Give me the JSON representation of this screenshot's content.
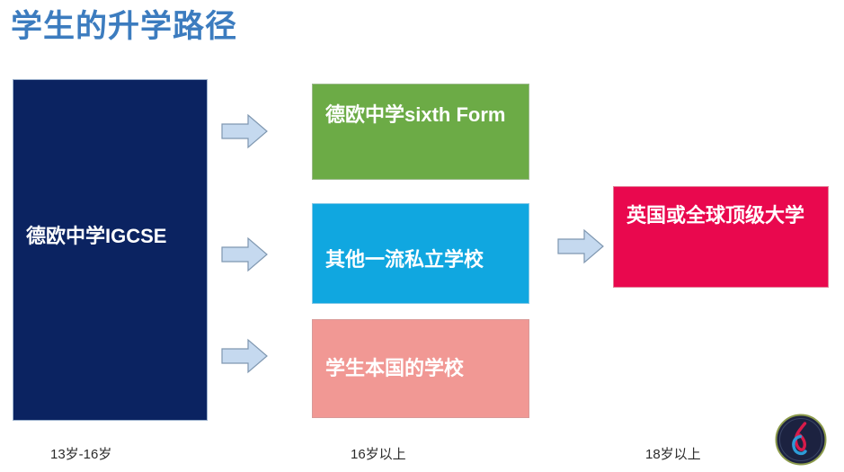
{
  "slide": {
    "title": "学生的升学路径",
    "title_color": "#3C7CBF",
    "background": "#FFFFFF"
  },
  "diagram": {
    "type": "flowchart",
    "stages": [
      {
        "id": "igcse",
        "label": "德欧中学IGCSE",
        "fill": "#0B2361",
        "text_color": "#FFFFFF",
        "age_caption": "13岁-16岁"
      },
      {
        "id": "sixth-form",
        "label": "德欧中学sixth Form",
        "fill": "#6CAB46",
        "text_color": "#FFFFFF",
        "age_caption": "16岁以上"
      },
      {
        "id": "private-school",
        "label": "其他一流私立学校",
        "fill": "#10A7E0",
        "text_color": "#FFFFFF"
      },
      {
        "id": "home-school",
        "label": "学生本国的学校",
        "fill": "#F19894",
        "text_color": "#FFFFFF"
      },
      {
        "id": "university",
        "label": "英国或全球顶级大学",
        "fill": "#E9084E",
        "text_color": "#FFFFFF",
        "age_caption": "18岁以上"
      }
    ],
    "arrows": [
      {
        "id": "to-sixth-form",
        "from": "igcse",
        "to": "sixth-form",
        "direction": "right"
      },
      {
        "id": "to-private",
        "from": "igcse",
        "to": "private-school",
        "direction": "right"
      },
      {
        "id": "to-home-school",
        "from": "igcse",
        "to": "home-school",
        "direction": "right"
      },
      {
        "id": "to-university",
        "from": "private-school",
        "to": "university",
        "direction": "right"
      }
    ],
    "arrow_fill": "#C5D9EF",
    "arrow_stroke": "#7F97B0"
  },
  "age_labels": [
    "13岁-16岁",
    "16岁以上",
    "18岁以上"
  ],
  "logo": {
    "name": "delta-circle-logo",
    "ring_color": "#8C9B4B",
    "disc_color": "#1C2240",
    "stroke_red": "#D81B4A",
    "stroke_blue": "#2E9BD6"
  }
}
